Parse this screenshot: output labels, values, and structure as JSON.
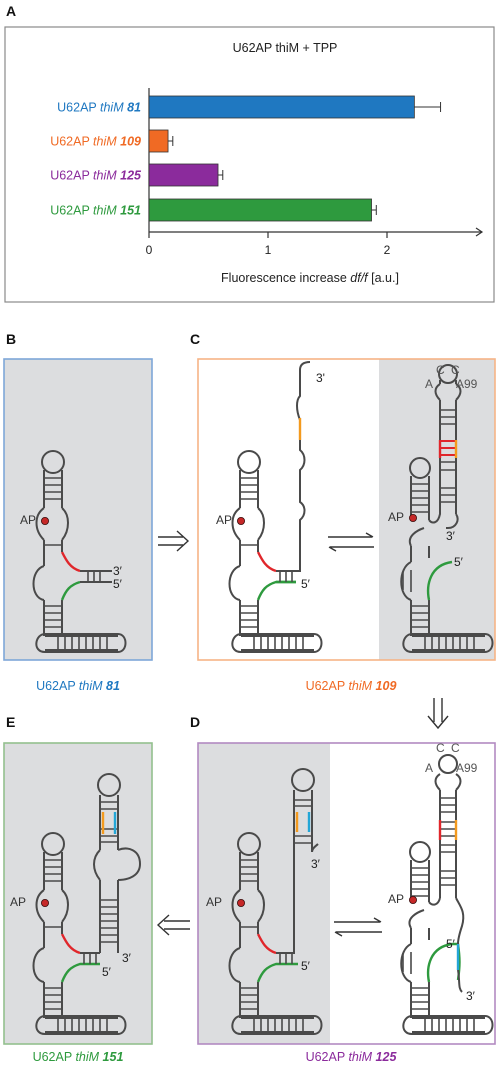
{
  "panels": {
    "A": "A",
    "B": "B",
    "C": "C",
    "D": "D",
    "E": "E"
  },
  "colors": {
    "blue": "#1f78c1",
    "orange": "#f06a24",
    "purple": "#8b2b9c",
    "green": "#2e9a3e",
    "pairing_orange": "#f39a1e",
    "pairing_red": "#e0262b",
    "pairing_cyan": "#23a6d6",
    "fluorophore": "#c62828",
    "shade": "#dcdddf",
    "box_B": "#7ea7d8",
    "box_C": "#f6b486",
    "box_D": "#b28ac1",
    "box_E": "#93c08e"
  },
  "panel_a": {
    "title": "U62AP thiM + TPP",
    "xlabel_prefix": "Fluorescence increase ",
    "xlabel_italic": "df/f",
    "xlabel_suffix": "  [a.u.]"
  },
  "chart_data": {
    "type": "bar",
    "orientation": "horizontal",
    "title": "U62AP thiM + TPP",
    "xlabel": "Fluorescence increase df/f [a.u.]",
    "categories": [
      "U62AP thiM 81",
      "U62AP thiM 109",
      "U62AP thiM 125",
      "U62AP thiM 151"
    ],
    "values": [
      2.23,
      0.16,
      0.58,
      1.87
    ],
    "errors": [
      0.22,
      0.04,
      0.04,
      0.04
    ],
    "xlim": [
      0,
      2.8
    ],
    "xticks": [
      "0",
      "1",
      "2"
    ],
    "bar_colors": [
      "#1f78c1",
      "#f06a24",
      "#8b2b9c",
      "#2e9a3e"
    ],
    "grid": false
  },
  "labels": {
    "construct_prefix": "U62AP ",
    "gene": "thiM",
    "n81": "81",
    "n109": "109",
    "n125": "125",
    "n151": "151"
  },
  "diagram": {
    "ap": "AP",
    "three_prime": "3′",
    "three_prime_top": "3'",
    "five_prime": "5′",
    "c": "C",
    "a": "A",
    "a99": "A99"
  }
}
